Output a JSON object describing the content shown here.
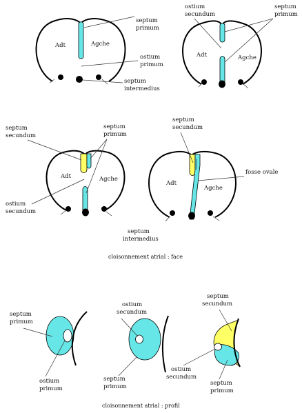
{
  "colors": {
    "septum_primum": "#66e6e6",
    "septum_secundum": "#ffff66",
    "outline": "#000000"
  },
  "labels": {
    "adt": "Adt",
    "agche": "Agche",
    "septum_primum": "septum\nprimum",
    "septum_secundum": "septum\nsecundum",
    "ostium_primum": "ostium\nprimum",
    "ostium_secundum": "ostium\nsecundum",
    "septum_intermedius": "septum\nintermedius",
    "fosse_ovale": "fosse ovale"
  },
  "captions": {
    "face": "cloisonnement atrial : face",
    "profil": "cloisonnement atrial : profil"
  }
}
